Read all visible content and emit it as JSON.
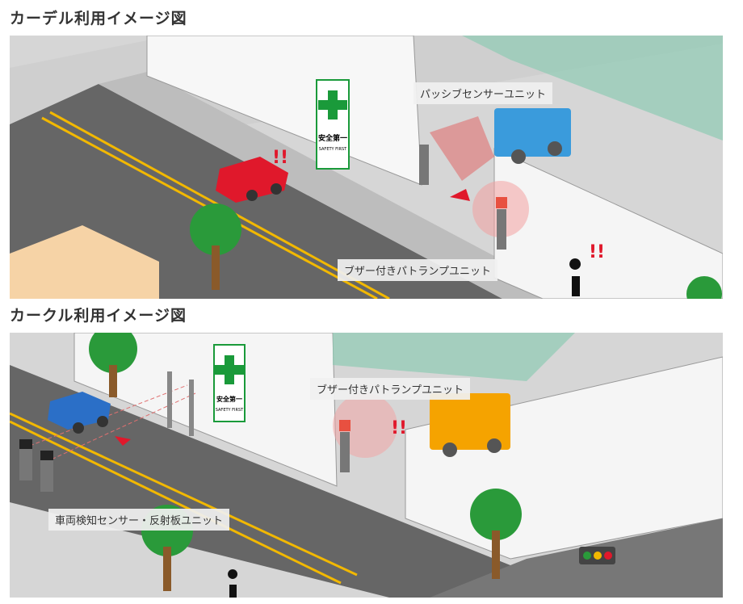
{
  "section1": {
    "title": "カーデル利用イメージ図",
    "labels": {
      "passive_sensor": "パッシブセンサーユニット",
      "buzzer_lamp": "ブザー付きパトランプユニット"
    },
    "alert": "!!",
    "sign": {
      "main": "安全第一",
      "sub": "SAFETY FIRST"
    }
  },
  "section2": {
    "title": "カークル利用イメージ図",
    "labels": {
      "buzzer_lamp": "ブザー付きパトランプユニット",
      "vehicle_sensor": "車両検知センサー・反射板ユニット"
    },
    "alert": "!!",
    "sign": {
      "main": "安全第一",
      "sub": "SAFETY FIRST"
    }
  },
  "colors": {
    "road": "#6b6b6b",
    "line": "#f2b800",
    "sign_green": "#1a9a3a",
    "car1": "#e0182b",
    "car2": "#2b6fc7",
    "truck1": "#3a9bdc",
    "truck2": "#f5a300",
    "alert": "#e0182b"
  }
}
